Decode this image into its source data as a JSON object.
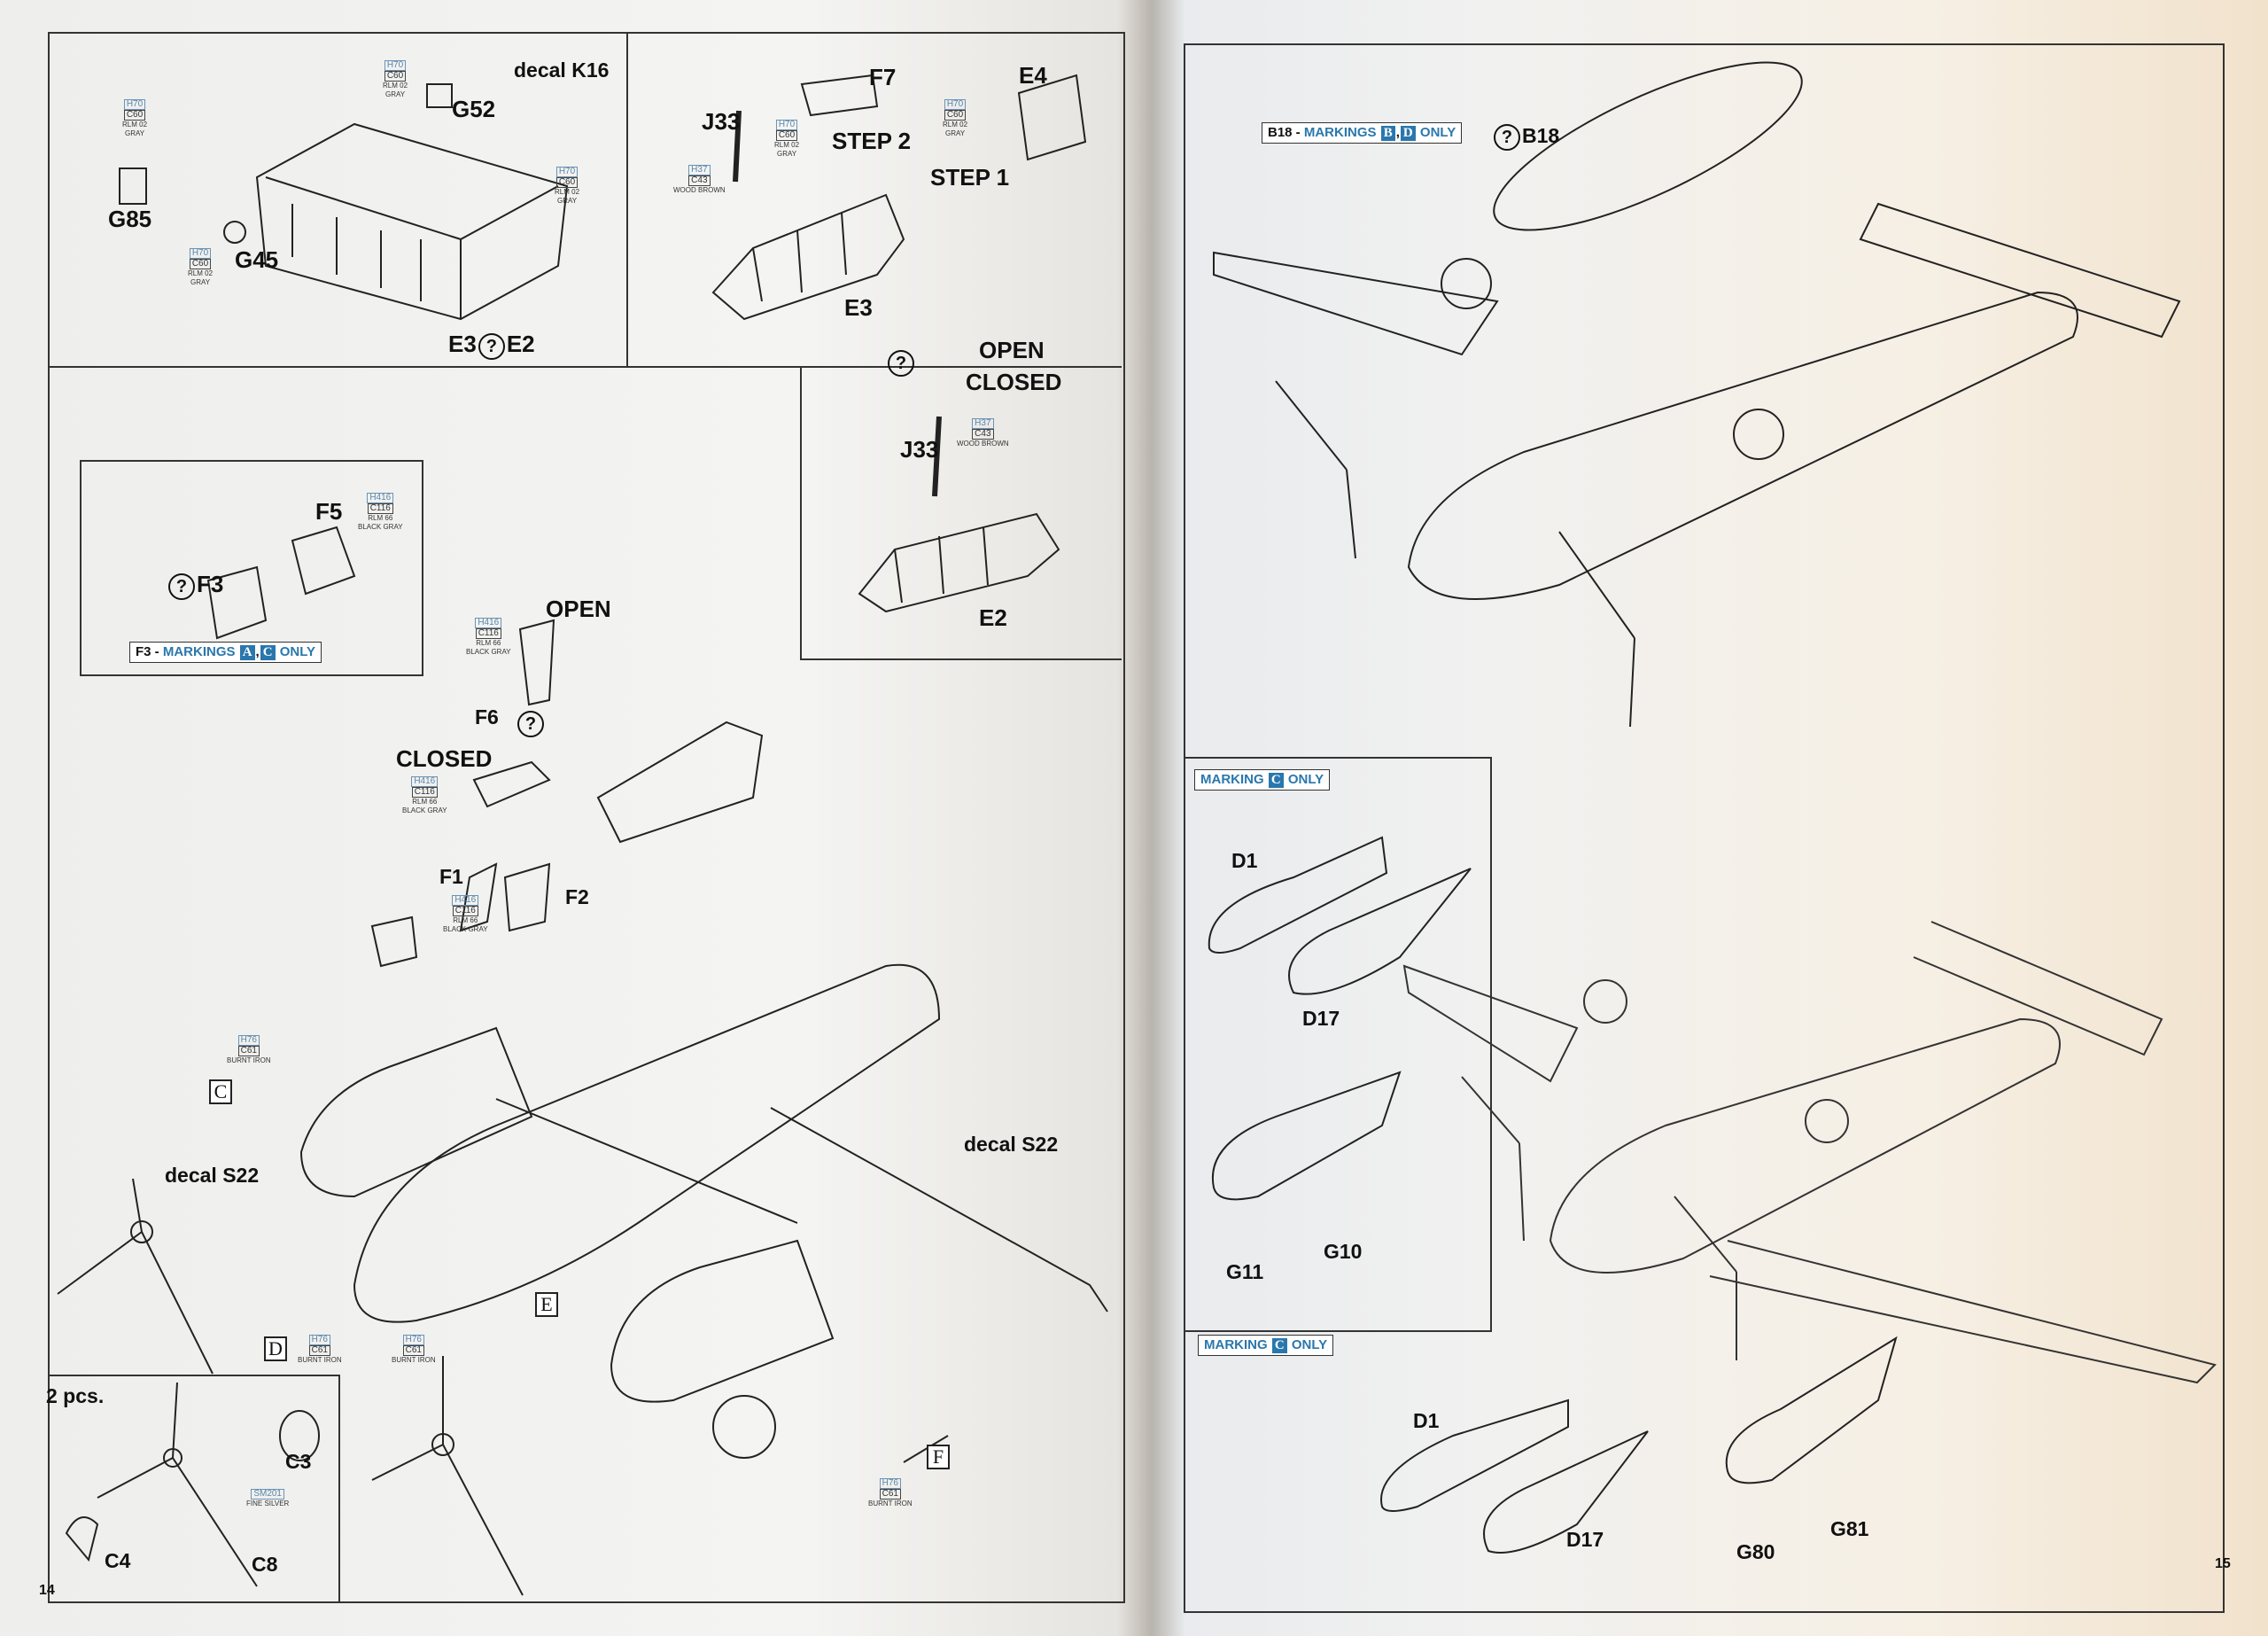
{
  "left": {
    "page_number": "14",
    "top_left": {
      "decal": "decal K16",
      "g52": "G52",
      "g85": "G85",
      "g45": "G45",
      "e3": "E3",
      "e2": "E2"
    },
    "top_right": {
      "j33": "J33",
      "f7": "F7",
      "step2": "STEP 2",
      "e4": "E4",
      "step1": "STEP 1",
      "e3": "E3",
      "open": "OPEN",
      "closed": "CLOSED",
      "closed_j33": "J33",
      "closed_e2": "E2"
    },
    "inset": {
      "f5": "F5",
      "f3": "F3",
      "note_part": "F3 -",
      "note_word": "MARKINGS",
      "mark1": "A",
      "sep": ",",
      "mark2": "C",
      "only": "ONLY"
    },
    "canopy": {
      "open": "OPEN",
      "f6": "F6",
      "closed": "CLOSED",
      "f1": "F1",
      "f2": "F2"
    },
    "main": {
      "decal_left": "decal S22",
      "decal_right": "decal S22",
      "box_c": "C",
      "box_d": "D",
      "box_e": "E",
      "box_f": "F"
    },
    "prop_box": {
      "title": "2 pcs.",
      "c3": "C3",
      "c4": "C4",
      "c8": "C8"
    },
    "paints": [
      {
        "h": "H70",
        "c": "C60",
        "n1": "RLM 02",
        "n2": "GRAY"
      },
      {
        "h": "H70",
        "c": "C60",
        "n1": "RLM 02",
        "n2": "GRAY"
      },
      {
        "h": "H70",
        "c": "C60",
        "n1": "RLM 02",
        "n2": "GRAY"
      },
      {
        "h": "H70",
        "c": "C60",
        "n1": "RLM 02",
        "n2": "GRAY"
      },
      {
        "h": "H37",
        "c": "C43",
        "n1": "WOOD BROWN",
        "n2": ""
      },
      {
        "h": "H70",
        "c": "C60",
        "n1": "RLM 02",
        "n2": "GRAY"
      },
      {
        "h": "H70",
        "c": "C60",
        "n1": "RLM 02",
        "n2": "GRAY"
      },
      {
        "h": "H37",
        "c": "C43",
        "n1": "WOOD BROWN",
        "n2": ""
      },
      {
        "h": "H416",
        "c": "C116",
        "n1": "RLM 66",
        "n2": "BLACK GRAY"
      },
      {
        "h": "H416",
        "c": "C116",
        "n1": "RLM 66",
        "n2": "BLACK GRAY"
      },
      {
        "h": "H416",
        "c": "C116",
        "n1": "RLM 66",
        "n2": "BLACK GRAY"
      },
      {
        "h": "H416",
        "c": "C116",
        "n1": "RLM 66",
        "n2": "BLACK GRAY"
      },
      {
        "h": "H76",
        "c": "C61",
        "n1": "BURNT IRON",
        "n2": ""
      },
      {
        "h": "H76",
        "c": "C61",
        "n1": "BURNT IRON",
        "n2": ""
      },
      {
        "h": "H76",
        "c": "C61",
        "n1": "BURNT IRON",
        "n2": ""
      },
      {
        "h": "H76",
        "c": "C61",
        "n1": "BURNT IRON",
        "n2": ""
      },
      {
        "h": "SM201",
        "c": "",
        "n1": "FINE SILVER",
        "n2": ""
      }
    ]
  },
  "right": {
    "page_number": "15",
    "b18_note": {
      "part": "B18 -",
      "word": "MARKINGS",
      "mark1": "B",
      "sep": ",",
      "mark2": "D",
      "only": "ONLY"
    },
    "b18": "B18",
    "tank1": {
      "note_word": "MARKING",
      "mark": "C",
      "only": "ONLY",
      "d1": "D1",
      "d17": "D17",
      "g11": "G11",
      "g10": "G10"
    },
    "tank2": {
      "note_word": "MARKING",
      "mark": "C",
      "only": "ONLY",
      "d1": "D1",
      "d17": "D17",
      "g80": "G80",
      "g81": "G81"
    }
  },
  "colors": {
    "accent_blue": "#2a77ad",
    "ink": "#111111"
  }
}
